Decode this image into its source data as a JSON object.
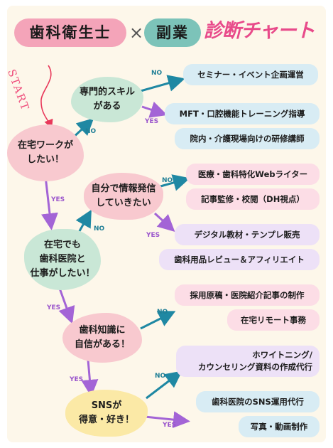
{
  "header": {
    "word1": "歯科衛生士",
    "times": "×",
    "word2": "副業",
    "subtitle": "診断チャート"
  },
  "start_label": "START",
  "questions": {
    "q_remote": "在宅ワークが\nしたい！",
    "q_clinic": "在宅でも\n歯科医院と\n仕事がしたい！",
    "q_skill": "専門的スキル\nがある",
    "q_info": "自分で情報発信\nしていきたい",
    "q_knowledge": "歯科知識に\n自信がある！",
    "q_sns": "SNSが\n得意・好き！"
  },
  "results": {
    "r1": "セミナー・イベント企画運営",
    "r2": "MFT・口腔機能トレーニング指導",
    "r3": "院内・介護現場向けの研修講師",
    "r4": "医療・歯科特化Webライター",
    "r5": "記事監修・校閲（DH視点）",
    "r6": "デジタル教材・テンプレ販売",
    "r7": "歯科用品レビュー＆アフィリエイト",
    "r8": "採用原稿・医院紹介記事の制作",
    "r9": "在宅リモート事務",
    "r10a": "ホワイトニング/",
    "r10b": "カウンセリング資料の作成代行",
    "r11": "歯科医院のSNS運用代行",
    "r12": "写真・動画制作"
  },
  "labels": {
    "no": "NO",
    "yes": "YES"
  },
  "colors": {
    "pink_blob": "#f8c9cf",
    "green_blob": "#c9e7d6",
    "yellow_blob": "#fbe9a6",
    "blue_box": "#d8ecf4",
    "pink_box": "#fcdde6",
    "purple_box": "#ede1f7",
    "no_arrow": "#1f88a3",
    "yes_arrow": "#a364d6",
    "accent": "#e84a8a"
  }
}
